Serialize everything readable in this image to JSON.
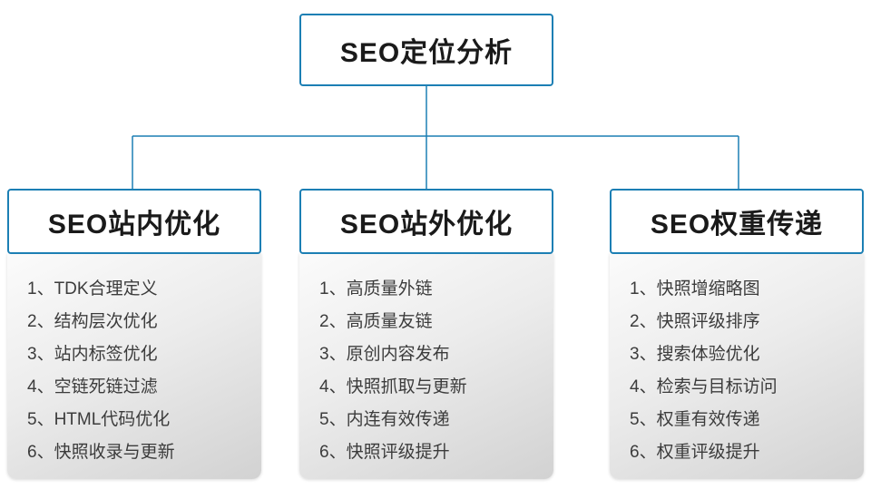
{
  "root": {
    "title": "SEO定位分析"
  },
  "columns": [
    {
      "title": "SEO站内优化",
      "items": [
        "1、TDK合理定义",
        "2、结构层次优化",
        "3、站内标签优化",
        "4、空链死链过滤",
        "5、HTML代码优化",
        "6、快照收录与更新"
      ]
    },
    {
      "title": "SEO站外优化",
      "items": [
        "1、高质量外链",
        "2、高质量友链",
        "3、原创内容发布",
        "4、快照抓取与更新",
        "5、内连有效传递",
        "6、快照评级提升"
      ]
    },
    {
      "title": "SEO权重传递",
      "items": [
        "1、快照增缩略图",
        "2、快照评级排序",
        "3、搜索体验优化",
        "4、检索与目标访问",
        "5、权重有效传递",
        "6、权重评级提升"
      ]
    }
  ],
  "colors": {
    "accent_blue": "#1c7fb4"
  }
}
